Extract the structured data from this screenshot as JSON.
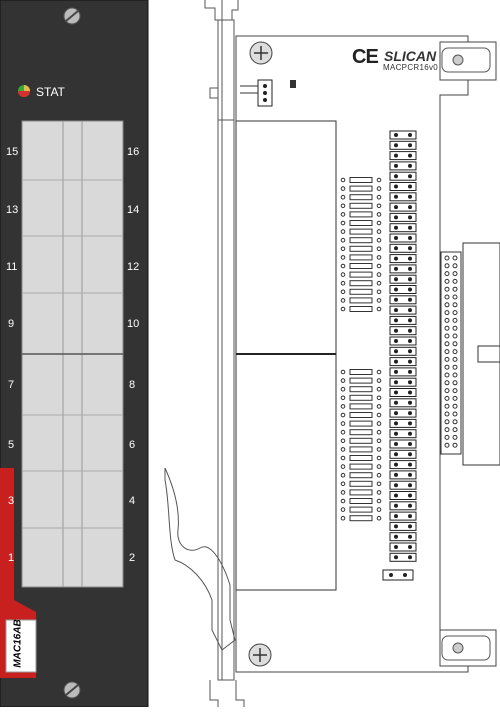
{
  "panel": {
    "status_label": "STAT",
    "module_tag": "MAC16AB",
    "left_numbers": [
      "15",
      "13",
      "11",
      "9",
      "7",
      "5",
      "3",
      "1"
    ],
    "right_numbers": [
      "16",
      "14",
      "12",
      "10",
      "8",
      "6",
      "4",
      "2"
    ],
    "colors": {
      "panel": "#333333",
      "tag": "#c8201f",
      "led_green": "#39a935",
      "led_red": "#d43030",
      "window": "#d9d9d9"
    }
  },
  "board": {
    "certification": "CE",
    "brand": "SLICAN",
    "model": "MACPCR16v0"
  }
}
